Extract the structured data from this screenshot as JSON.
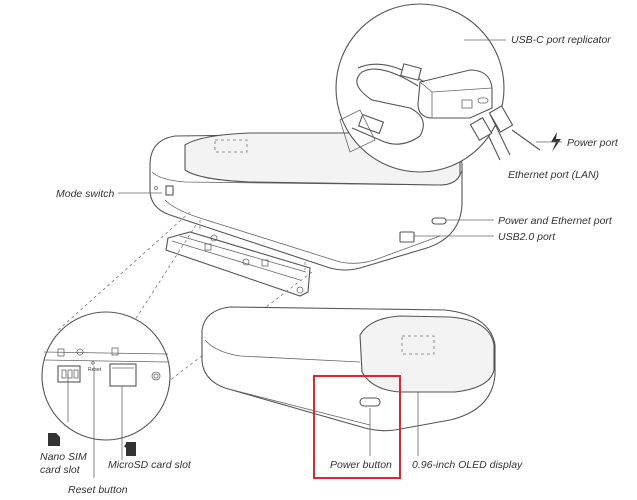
{
  "labels": {
    "usb_c_replicator": "USB-C port replicator",
    "power_port": "Power port",
    "ethernet_port": "Ethernet port (LAN)",
    "mode_switch": "Mode switch",
    "power_ethernet_port": "Power and Ethernet port",
    "usb2_port": "USB2.0 port",
    "nano_sim_line1": "Nano SIM",
    "nano_sim_line2": "card slot",
    "microsd_slot": "MicroSD card slot",
    "reset_button": "Reset button",
    "power_button": "Power button",
    "oled_display": "0.96-inch OLED display",
    "reset_tiny": "Reset"
  },
  "colors": {
    "highlight": "#e0262b",
    "line": "#555555",
    "text": "#333333"
  }
}
